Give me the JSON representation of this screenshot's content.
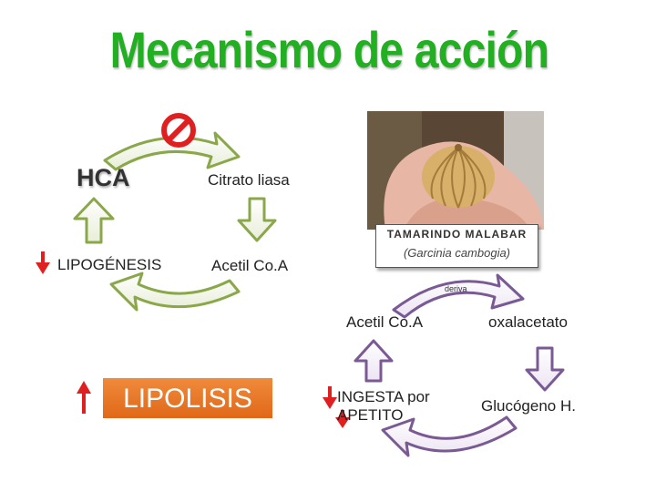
{
  "title": "Mecanismo de acción",
  "nodes": {
    "hca": "HCA",
    "citrato_liasa": "Citrato liasa",
    "lipogenesis": "LIPOGÉNESIS",
    "acetil_coa_left": "Acetil Co.A",
    "lipolisis": "LIPOLISIS",
    "acetil_coa_right": "Acetil Co.A",
    "oxalacetato": "oxalacetato",
    "glucogeno": "Glucógeno H.",
    "ingesta": "INGESTA por APETITO",
    "deriva": "deriva"
  },
  "photo_caption": {
    "name": "TAMARINDO MALABAR",
    "scientific": "(Garcinia cambogia)"
  },
  "colors": {
    "title": "#22b022",
    "left_cycle": "#8aa84a",
    "right_cycle": "#7a5a94",
    "down_arrow": "#e02020",
    "inhibit": "#e02020",
    "lipolisis_box": "#e87a2c"
  },
  "icons": [
    "no-entry-icon",
    "arrow-down-icon",
    "arrow-up-icon"
  ]
}
